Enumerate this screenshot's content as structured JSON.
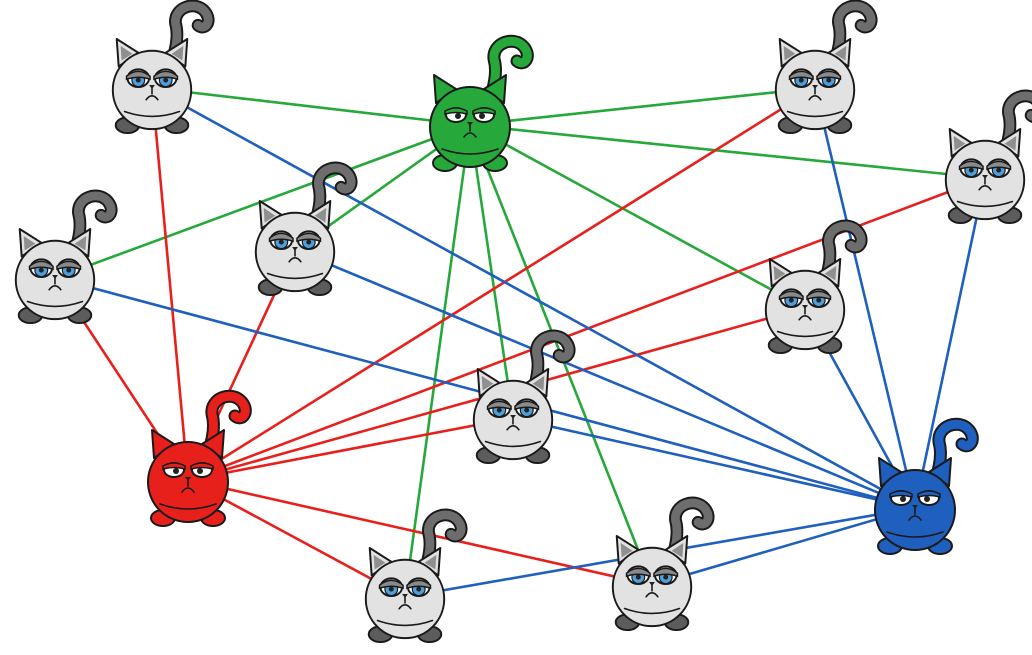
{
  "colors": {
    "background": "#ffffff",
    "green": "#26a83a",
    "red": "#e8201c",
    "blue": "#1f5fbe",
    "grey_body": "#e2e2e2",
    "grey_tail": "#6d6d6d",
    "grey_feet": "#5c5c5c",
    "eye_iris": "#4f9fda",
    "eyelid": "#8a8a8a",
    "outline": "#1a1a1a"
  },
  "nodes": [
    {
      "id": "cat-top-left",
      "color": "grey",
      "icon": "grumpy-cat-icon"
    },
    {
      "id": "cat-top-center",
      "color": "green",
      "icon": "grumpy-cat-icon"
    },
    {
      "id": "cat-top-right",
      "color": "grey",
      "icon": "grumpy-cat-icon"
    },
    {
      "id": "cat-right",
      "color": "grey",
      "icon": "grumpy-cat-icon"
    },
    {
      "id": "cat-far-left",
      "color": "grey",
      "icon": "grumpy-cat-icon"
    },
    {
      "id": "cat-inner-left",
      "color": "grey",
      "icon": "grumpy-cat-icon"
    },
    {
      "id": "cat-inner-right",
      "color": "grey",
      "icon": "grumpy-cat-icon"
    },
    {
      "id": "cat-center",
      "color": "grey",
      "icon": "grumpy-cat-icon"
    },
    {
      "id": "cat-bottom-left",
      "color": "red",
      "icon": "grumpy-cat-icon"
    },
    {
      "id": "cat-bottom-right",
      "color": "blue",
      "icon": "grumpy-cat-icon"
    },
    {
      "id": "cat-bottom-center-left",
      "color": "grey",
      "icon": "grumpy-cat-icon"
    },
    {
      "id": "cat-bottom-center-right",
      "color": "grey",
      "icon": "grumpy-cat-icon"
    }
  ],
  "edges": [
    {
      "from": "cat-top-center",
      "to": "cat-top-left",
      "color": "green"
    },
    {
      "from": "cat-top-center",
      "to": "cat-top-right",
      "color": "green"
    },
    {
      "from": "cat-top-center",
      "to": "cat-right",
      "color": "green"
    },
    {
      "from": "cat-top-center",
      "to": "cat-far-left",
      "color": "green"
    },
    {
      "from": "cat-top-center",
      "to": "cat-inner-left",
      "color": "green"
    },
    {
      "from": "cat-top-center",
      "to": "cat-inner-right",
      "color": "green"
    },
    {
      "from": "cat-top-center",
      "to": "cat-center",
      "color": "green"
    },
    {
      "from": "cat-top-center",
      "to": "cat-bottom-center-left",
      "color": "green"
    },
    {
      "from": "cat-top-center",
      "to": "cat-bottom-center-right",
      "color": "green"
    },
    {
      "from": "cat-bottom-left",
      "to": "cat-top-left",
      "color": "red"
    },
    {
      "from": "cat-bottom-left",
      "to": "cat-far-left",
      "color": "red"
    },
    {
      "from": "cat-bottom-left",
      "to": "cat-inner-left",
      "color": "red"
    },
    {
      "from": "cat-bottom-left",
      "to": "cat-top-right",
      "color": "red"
    },
    {
      "from": "cat-bottom-left",
      "to": "cat-right",
      "color": "red"
    },
    {
      "from": "cat-bottom-left",
      "to": "cat-inner-right",
      "color": "red"
    },
    {
      "from": "cat-bottom-left",
      "to": "cat-center",
      "color": "red"
    },
    {
      "from": "cat-bottom-left",
      "to": "cat-bottom-center-left",
      "color": "red"
    },
    {
      "from": "cat-bottom-left",
      "to": "cat-bottom-center-right",
      "color": "red"
    },
    {
      "from": "cat-bottom-right",
      "to": "cat-top-left",
      "color": "blue"
    },
    {
      "from": "cat-bottom-right",
      "to": "cat-far-left",
      "color": "blue"
    },
    {
      "from": "cat-bottom-right",
      "to": "cat-inner-left",
      "color": "blue"
    },
    {
      "from": "cat-bottom-right",
      "to": "cat-top-right",
      "color": "blue"
    },
    {
      "from": "cat-bottom-right",
      "to": "cat-right",
      "color": "blue"
    },
    {
      "from": "cat-bottom-right",
      "to": "cat-inner-right",
      "color": "blue"
    },
    {
      "from": "cat-bottom-right",
      "to": "cat-center",
      "color": "blue"
    },
    {
      "from": "cat-bottom-right",
      "to": "cat-bottom-center-left",
      "color": "blue"
    },
    {
      "from": "cat-bottom-right",
      "to": "cat-bottom-center-right",
      "color": "blue"
    }
  ]
}
